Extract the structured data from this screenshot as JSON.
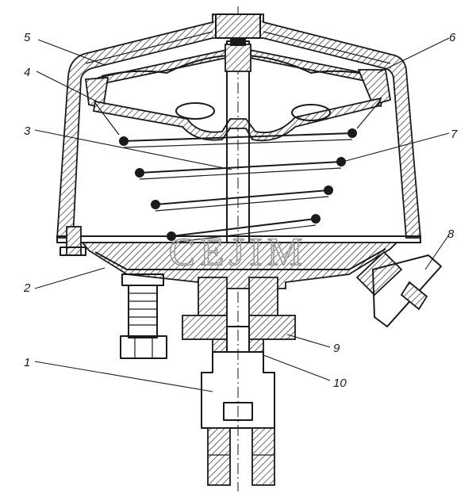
{
  "watermark": "CEJIM",
  "callouts": [
    {
      "id": "1",
      "label": "1"
    },
    {
      "id": "2",
      "label": "2"
    },
    {
      "id": "3",
      "label": "3"
    },
    {
      "id": "4",
      "label": "4"
    },
    {
      "id": "5",
      "label": "5"
    },
    {
      "id": "6",
      "label": "6"
    },
    {
      "id": "7",
      "label": "7"
    },
    {
      "id": "8",
      "label": "8"
    },
    {
      "id": "9",
      "label": "9"
    },
    {
      "id": "10",
      "label": "10"
    }
  ]
}
